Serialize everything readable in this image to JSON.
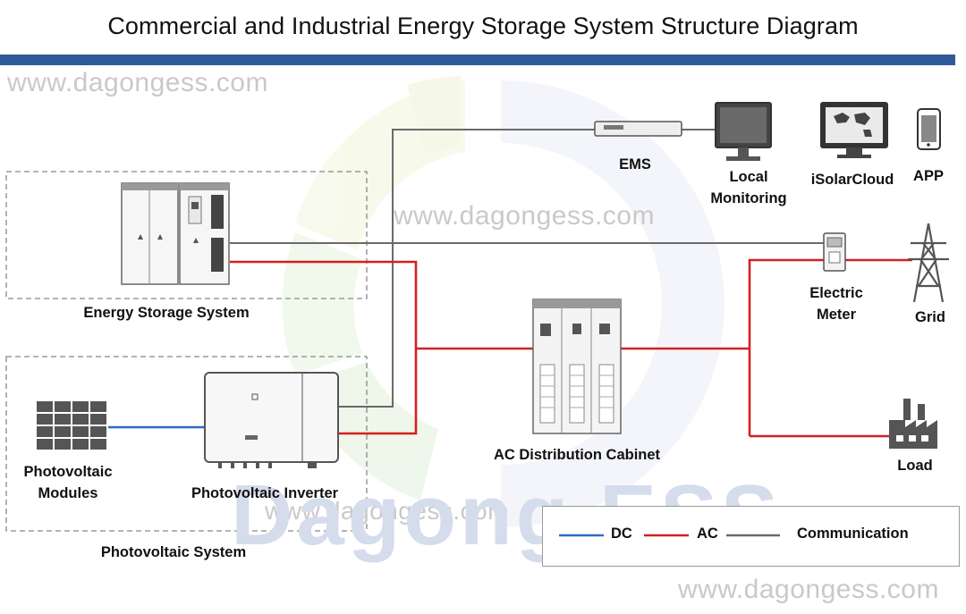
{
  "title": "Commercial and Industrial Energy Storage System Structure Diagram",
  "watermarks": {
    "top_left": "www.dagongess.com",
    "center": "www.dagongess.com",
    "mid_low": "www.dagongess.com",
    "bottom_right": "www.dagongess.com",
    "brand": "Dagong ESS"
  },
  "nodes": {
    "ems": "EMS",
    "local_monitoring": [
      "Local",
      "Monitoring"
    ],
    "isolarcloud": "iSolarCloud",
    "app": "APP",
    "energy_storage": "Energy Storage System",
    "electric_meter": [
      "Electric",
      "Meter"
    ],
    "grid": "Grid",
    "ac_cabinet": "AC Distribution Cabinet",
    "pv_modules": [
      "Photovoltaic",
      "Modules"
    ],
    "pv_inverter": "Photovoltaic Inverter",
    "pv_system": "Photovoltaic System",
    "load": "Load"
  },
  "legend": {
    "dc": "DC",
    "ac": "AC",
    "communication": "Communication"
  },
  "colors": {
    "title_bar": "#2f5a9a",
    "dc_line": "#2b6cc4",
    "ac_line": "#d42020",
    "comm_line": "#666666"
  }
}
